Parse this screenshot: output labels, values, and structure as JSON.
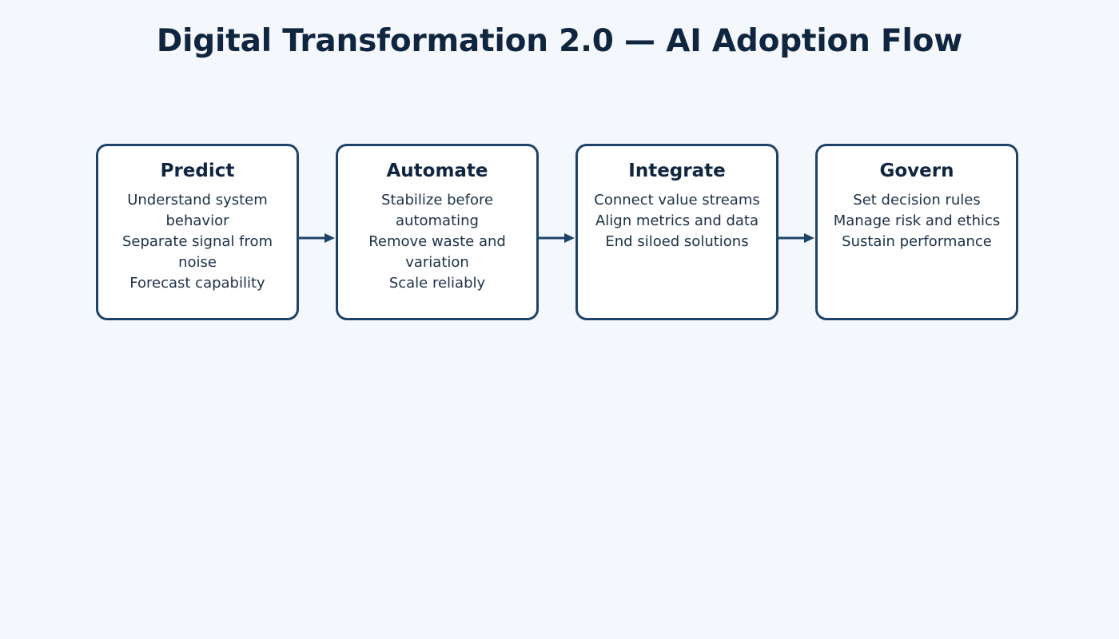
{
  "diagram": {
    "title": "Digital Transformation 2.0 — AI Adoption Flow",
    "type": "horizontal-flow",
    "background_color": "#f4f7fb",
    "node_fill": "#ffffff",
    "node_border_color": "#1d4468",
    "title_color": "#10253f",
    "body_text_color": "#1c3048",
    "arrow_color": "#1d4468",
    "nodes": [
      {
        "title": "Predict",
        "lines": [
          "Understand system behavior",
          "Separate signal from noise",
          "Forecast capability"
        ]
      },
      {
        "title": "Automate",
        "lines": [
          "Stabilize before automating",
          "Remove waste and variation",
          "Scale reliably"
        ]
      },
      {
        "title": "Integrate",
        "lines": [
          "Connect value streams",
          "Align metrics and data",
          "End siloed solutions"
        ]
      },
      {
        "title": "Govern",
        "lines": [
          "Set decision rules",
          "Manage risk and ethics",
          "Sustain performance"
        ]
      }
    ],
    "connectors": [
      {
        "from": "Predict",
        "to": "Automate",
        "style": "arrow-right"
      },
      {
        "from": "Automate",
        "to": "Integrate",
        "style": "arrow-right"
      },
      {
        "from": "Integrate",
        "to": "Govern",
        "style": "arrow-right"
      }
    ]
  }
}
